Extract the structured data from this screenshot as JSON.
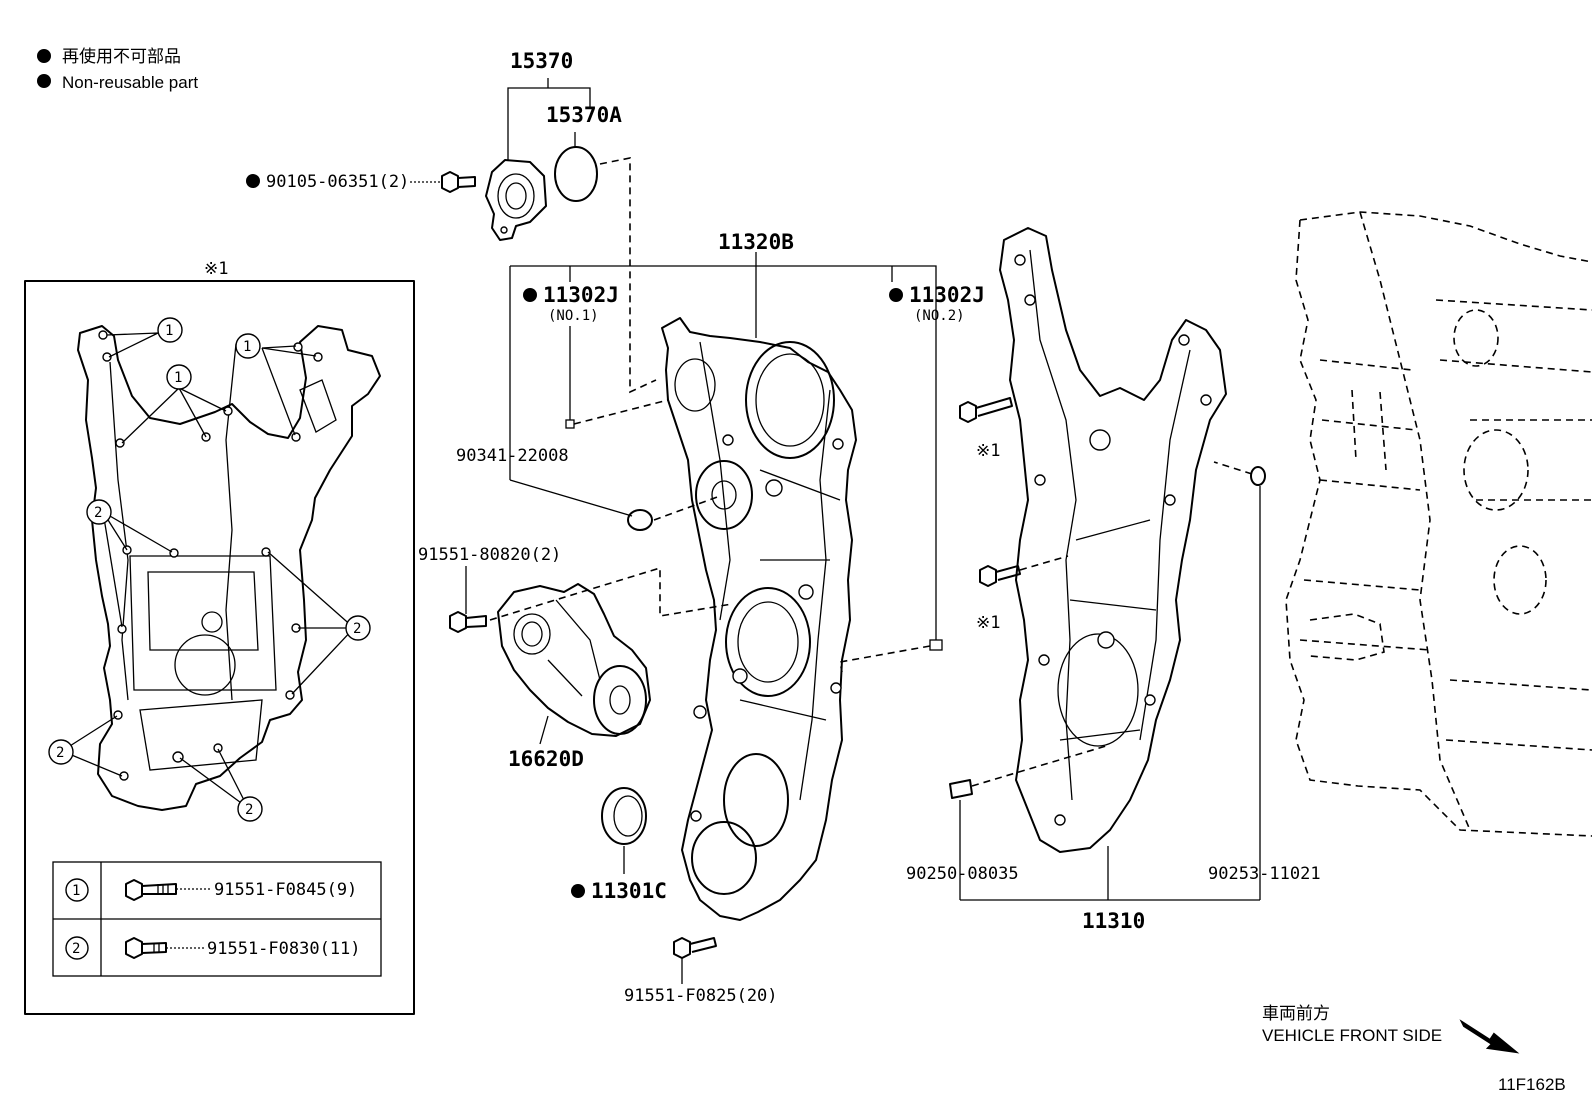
{
  "legend": {
    "line1": "再使用不可部品",
    "line2": "Non-reusable part"
  },
  "inset": {
    "title": "※1",
    "table": [
      {
        "num": "1",
        "part": "91551-F0845(9)"
      },
      {
        "num": "2",
        "part": "91551-F0830(11)"
      }
    ]
  },
  "callouts": {
    "c1": "1",
    "c2": "2"
  },
  "labels": {
    "p15370": "15370",
    "p15370A": "15370A",
    "p90105": "90105-06351(2)",
    "p11320B": "11320B",
    "p11302J_1": "11302J",
    "no1": "(NO.1)",
    "p11302J_2": "11302J",
    "no2": "(NO.2)",
    "p90341": "90341-22008",
    "p91551_808": "91551-80820(2)",
    "p16620D": "16620D",
    "p11301C": "11301C",
    "p91551_f0825": "91551-F0825(20)",
    "p90250": "90250-08035",
    "p90253": "90253-11021",
    "p11310": "11310",
    "ref1a": "※1",
    "ref1b": "※1"
  },
  "footer": {
    "front_jp": "車両前方",
    "front_en": "VEHICLE FRONT SIDE",
    "code": "11F162B"
  }
}
